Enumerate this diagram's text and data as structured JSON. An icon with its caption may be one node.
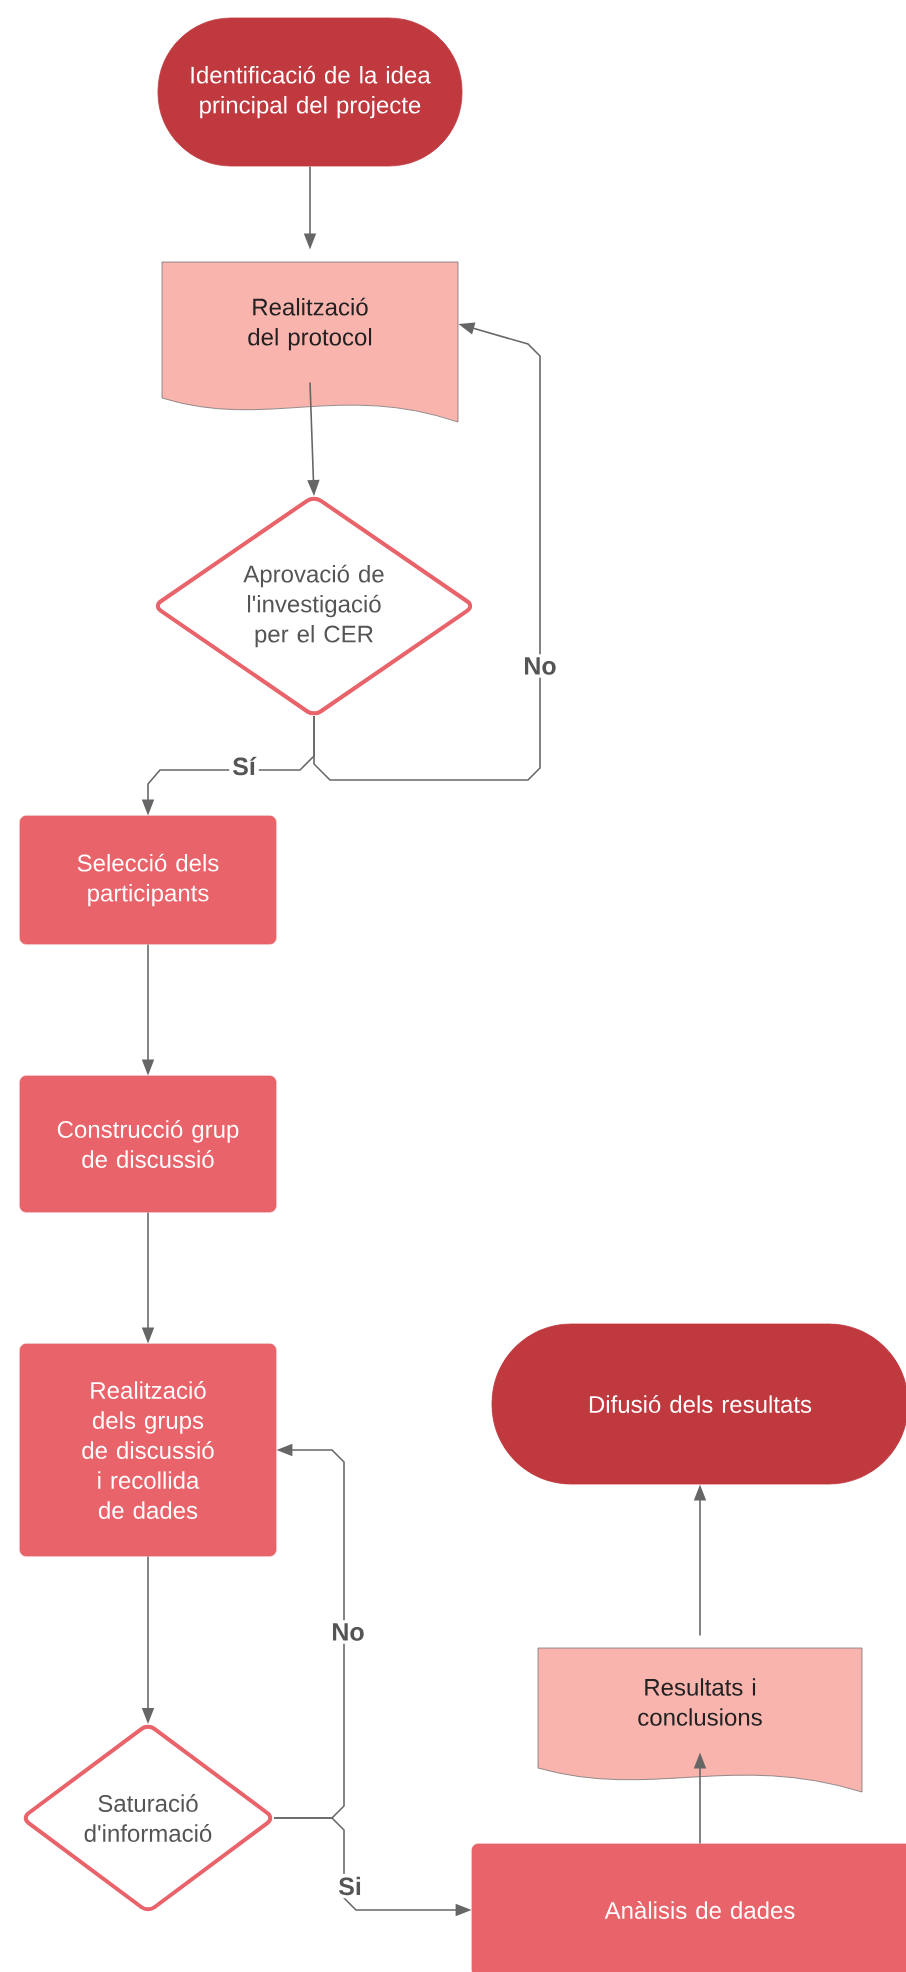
{
  "diagram": {
    "nodes": [
      {
        "text": [
          "Identificació de la idea principal del projecte"
        ]
      },
      {
        "text": [
          "Realització del protocol"
        ]
      },
      {
        "text": [
          "Aprovació de l'investigació per el CER"
        ]
      },
      {
        "text": [
          "Selecció dels participants"
        ]
      },
      {
        "text": [
          "Construcció grup de discussió"
        ]
      },
      {
        "text": [
          "Realització dels grups de discussió i recollida de dades"
        ]
      },
      {
        "text": [
          "Saturació d'informació"
        ]
      },
      {
        "text": [
          "Anàlisis de dades"
        ]
      },
      {
        "text": [
          "Resultats i conclusions"
        ]
      },
      {
        "text": [
          "Difusió dels resultats"
        ]
      }
    ],
    "edges": [
      {
        "from": 0,
        "to": 1,
        "arrow": "to"
      },
      {
        "from": 1,
        "to": 2,
        "arrow": "to"
      },
      {
        "from": 2,
        "to": 3,
        "arrow": "to",
        "label": "Sí"
      },
      {
        "from": 2,
        "to": 1,
        "arrow": "to",
        "label": "No"
      },
      {
        "from": 3,
        "to": 4,
        "arrow": "to"
      },
      {
        "from": 4,
        "to": 5,
        "arrow": "to"
      },
      {
        "from": 5,
        "to": 6,
        "arrow": "to"
      },
      {
        "from": 6,
        "to": 5,
        "arrow": "to",
        "label": "No"
      },
      {
        "from": 6,
        "to": 7,
        "arrow": "to",
        "label": "Si"
      },
      {
        "from": 7,
        "to": 8,
        "arrow": "to"
      },
      {
        "from": 8,
        "to": 9,
        "arrow": "to"
      }
    ]
  }
}
